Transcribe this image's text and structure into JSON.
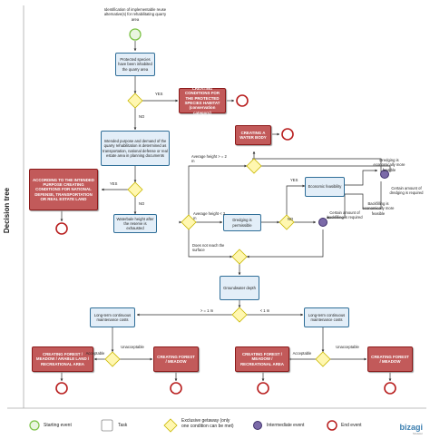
{
  "lane": {
    "title": "Decision tree"
  },
  "texts": {
    "start_note": "Identification of implementable reuse alternative(s) for rehabilitating quarry area",
    "t1": "Protected species have been inhabited the quarry area",
    "e1": "CREATING CONDITIONS FOR THE PROTECTED SPECIES HABITAT (conservation category)",
    "t2": "Intended purpose and demand of the quarry rehabilitation is determined as transportation, national defense or real estate area in planning documents",
    "e2": "ACCORDING TO THE INTENDED PURPOSE CREATING CONDITIONS FOR NATIONAL DEFENSE, TRANSPORTATION OR REAL ESTATE LAND",
    "t3": "Waterbale height after the reserve is exhausted",
    "e3": "CREATING A WATER BODY",
    "t4": "Dredging is permissible",
    "t5": "Economic feasibility",
    "t6": "Groundwater depth",
    "t7": "Long-term continuous maintenance costs",
    "t8": "Long-term continuous maintenance costs",
    "e4": "CREATING FOREST / MEADOW / ARABLE LAND / RECREATIONAL AREA",
    "e5": "CREATING FOREST / MEADOW",
    "e6": "CREATING FOREST / MEADOW / RECREATIONAL AREA",
    "e7": "CREATING FOREST / MEADOW"
  },
  "labels": {
    "yes1": "YES",
    "no1": "NO",
    "yes2": "YES",
    "no2": "NO",
    "avg_gt": "Average height > = 2 m",
    "avg_lt": "Average height < 2 m",
    "not_reach": "Does not reach the surface",
    "yes3": "YES",
    "no3": "NO",
    "dredge_more": "Dredging is economically more feasible",
    "cert_dredge": "Certain amount of dredging is required",
    "backfill_more": "Backfilling is economically more feasible",
    "cert_backfill": "Certain amount of backfilling is required",
    "ge1": "> = 1 m",
    "lt1": "< 1 m",
    "acc1": "Acceptable",
    "unacc1": "Unacceptable",
    "acc2": "Acceptable",
    "unacc2": "Unacceptable"
  },
  "legend": {
    "start": "Starting event",
    "task": "Task",
    "gateway": "Exclusive getaway (only one condition can be met)",
    "intermediate": "Intermediate event",
    "end": "End event"
  },
  "logo": {
    "name": "bizagi",
    "sub": "Modeler"
  },
  "colors": {
    "flow": "#2e2e2e",
    "task_border": "#2f6e98",
    "task_fill": "#e3eef8",
    "end_task_fill": "#c25a5a",
    "start_event": "#7ac143",
    "end_event": "#b81e1e",
    "intermediate_event": "#5b4a8b",
    "gateway_fill": "#fff7b0",
    "gateway_border": "#c9b700"
  }
}
